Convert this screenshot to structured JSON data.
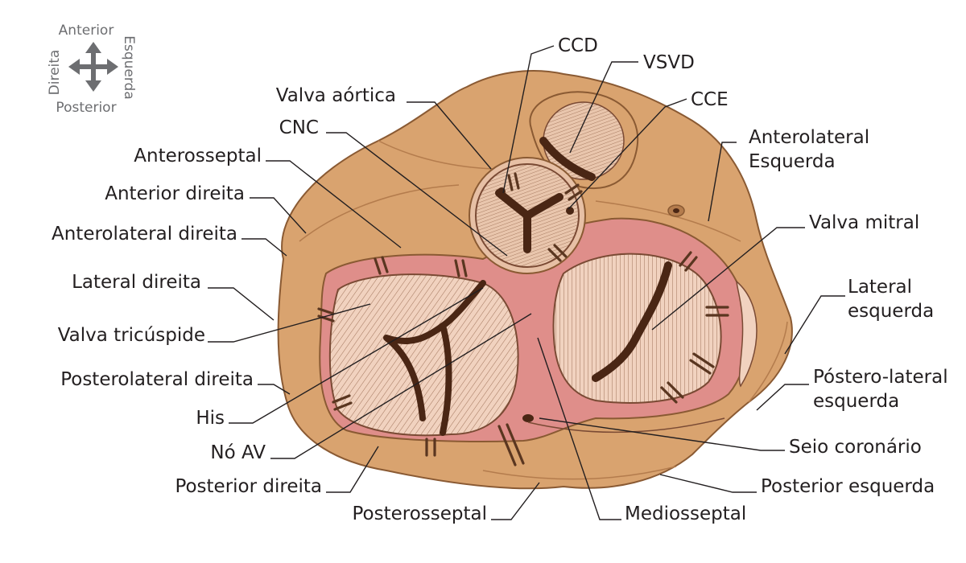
{
  "colors": {
    "outer_tissue": "#d9a36f",
    "outer_tissue_edge": "#8a5a33",
    "annulus_pink": "#df8e8a",
    "leaflet_fill": "#f1d2bf",
    "leaflet_line": "#7a4a34",
    "orifice_dark": "#4a2614",
    "aorta_fill": "#e7c0a5",
    "compass_gray": "#6d6e71",
    "text": "#231f20"
  },
  "compass": {
    "top": "Anterior",
    "bottom": "Posterior",
    "left": "Direita",
    "right": "Esquerda",
    "icon": "four-way-arrow-icon"
  },
  "labels": {
    "ccd": "CCD",
    "vsvd": "VSVD",
    "valva_aortica": "Valva aórtica",
    "cce": "CCE",
    "cnc": "CNC",
    "anterolateral_esquerda_1": "Anterolateral",
    "anterolateral_esquerda_2": "Esquerda",
    "anterosseptal": "Anterosseptal",
    "anterior_direita": "Anterior direita",
    "valva_mitral": "Valva mitral",
    "anterolateral_direita": "Anterolateral direita",
    "lateral_esquerda_1": "Lateral",
    "lateral_esquerda_2": "esquerda",
    "lateral_direita": "Lateral direita",
    "valva_tricuspide": "Valva tricúspide",
    "postero_lateral_esquerda_1": "Póstero-lateral",
    "postero_lateral_esquerda_2": "esquerda",
    "posterolateral_direita": "Posterolateral direita",
    "his": "His",
    "no_av": "Nó AV",
    "seio_coronario": "Seio coronário",
    "posterior_direita": "Posterior direita",
    "posterior_esquerda": "Posterior esquerda",
    "posterosseptal": "Posterosseptal",
    "mediosseptal": "Mediosseptal"
  }
}
